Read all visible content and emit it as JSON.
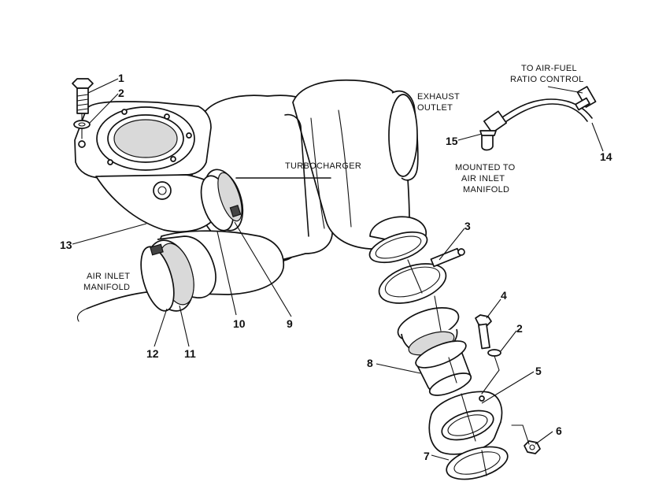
{
  "diagram": {
    "labels": {
      "to_air_fuel_1": "TO AIR-FUEL",
      "to_air_fuel_2": "RATIO CONTROL",
      "exhaust_1": "EXHAUST",
      "exhaust_2": "OUTLET",
      "turbocharger": "TURBOCHARGER",
      "mounted_1": "MOUNTED TO",
      "mounted_2": "AIR INLET",
      "mounted_3": "MANIFOLD",
      "air_inlet_1": "AIR INLET",
      "air_inlet_2": "MANIFOLD"
    },
    "callouts": {
      "c1": "1",
      "c2": "2",
      "c2b": "2",
      "c3": "3",
      "c4": "4",
      "c5": "5",
      "c6": "6",
      "c7": "7",
      "c8": "8",
      "c9": "9",
      "c10": "10",
      "c11": "11",
      "c12": "12",
      "c13": "13",
      "c14": "14",
      "c15": "15"
    }
  }
}
